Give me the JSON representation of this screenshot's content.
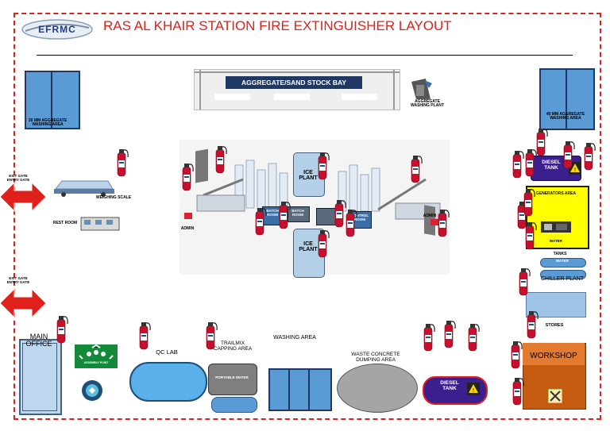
{
  "header": {
    "logo_text": "EFRMC",
    "title": "RAS AL KHAIR STATION FIRE EXTINGUISHER LAYOUT"
  },
  "areas": {
    "washing_left": "20 MM AGGREGATE WASHING AREA",
    "washing_right": "40 MM AGGREGATE WASHING AREA",
    "stock_bay": "AGGREGATE/SAND STOCK BAY",
    "agg_plant": "AGGREGATE WASHING PLANT",
    "exit_top": "EXIT GATE ENTRY GATE",
    "exit_bottom": "EXIT GATE ENTRY GATE",
    "weighing_scale": "WEIGHING SCALE",
    "rest_room": "REST ROOM",
    "admin_left": "ADMIN",
    "admin_right": "ADMIN",
    "ice_plant_top": "ICE PLANT",
    "ice_plant_bottom": "ICE PLANT",
    "batch_left": "BATCH ROOM",
    "batch_center": "BATCH ROOM",
    "batch_right": "CONTROL ROOM",
    "diesel_tank_top": "DIESEL TANK",
    "generators": "GENERATORS AREA",
    "water": "WATER",
    "tanks": "TANKS",
    "water_tank": "WATER",
    "chiller_plant": "CHILLER PLANT",
    "stores": "STORES",
    "workshop": "WORKSHOP",
    "main_office": "MAIN OFFICE",
    "assembly_point": "ASSEMBLY POINT",
    "qc_lab": "QC LAB",
    "trailmix": "TRAILMIX CAPPING AREA",
    "portable_water": "PORTABLE WATER",
    "washing_area": "WASHING AREA",
    "waste_concrete": "WASTE CONCRETE DUMPING AREA",
    "diesel_tank_bottom": "DIESEL TANK"
  },
  "colors": {
    "border_red": "#e0201b",
    "title_red": "#e0201b",
    "extinguisher_red": "#c8102e",
    "window_blue": "#5b9bd5",
    "generator_yellow": "#ffff00",
    "workshop_orange": "#c55a11",
    "diesel_purple": "#3b1f8f"
  },
  "icons": [
    "fire-extinguisher-icon",
    "exit-arrow-icon",
    "assembly-point-icon",
    "hazard-icon"
  ]
}
